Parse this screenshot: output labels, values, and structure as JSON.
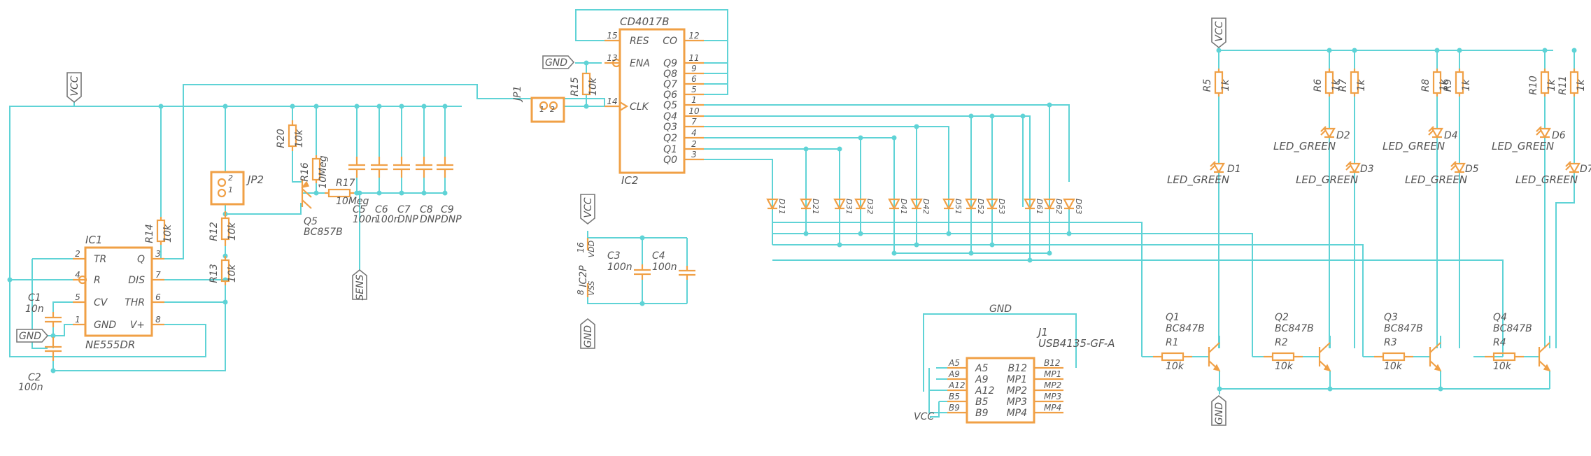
{
  "ic1": {
    "name": "IC1",
    "value": "NE555DR",
    "pins_left": [
      {
        "num": "2",
        "label": "TR"
      },
      {
        "num": "4",
        "label": "R"
      },
      {
        "num": "5",
        "label": "CV"
      },
      {
        "num": "1",
        "label": "GND"
      }
    ],
    "pins_right": [
      {
        "num": "3",
        "label": "Q"
      },
      {
        "num": "7",
        "label": "DIS"
      },
      {
        "num": "6",
        "label": "THR"
      },
      {
        "num": "8",
        "label": "V+"
      }
    ]
  },
  "ic2": {
    "name": "IC2",
    "value": "CD4017B",
    "pins_left": [
      {
        "num": "15",
        "label": "RES"
      },
      {
        "num": "13",
        "label": "ENA"
      },
      {
        "num": "14",
        "label": "CLK"
      }
    ],
    "pins_right": [
      {
        "num": "12",
        "label": "CO"
      },
      {
        "num": "11",
        "label": "Q9"
      },
      {
        "num": "9",
        "label": "Q8"
      },
      {
        "num": "6",
        "label": "Q7"
      },
      {
        "num": "5",
        "label": "Q6"
      },
      {
        "num": "1",
        "label": "Q5"
      },
      {
        "num": "10",
        "label": "Q4"
      },
      {
        "num": "7",
        "label": "Q3"
      },
      {
        "num": "4",
        "label": "Q2"
      },
      {
        "num": "2",
        "label": "Q1"
      },
      {
        "num": "3",
        "label": "Q0"
      }
    ]
  },
  "ic2p": {
    "name": "IC2P",
    "pin_vdd_num": "16",
    "pin_vdd": "VDD",
    "pin_vss_num": "8",
    "pin_vss": "VSS"
  },
  "j1": {
    "name": "J1",
    "value": "USB4135-GF-A",
    "pins_left": [
      "A5",
      "A9",
      "A12",
      "B5",
      "B9"
    ],
    "pins_right": [
      "B12",
      "MP1",
      "MP2",
      "MP3",
      "MP4"
    ]
  },
  "power": {
    "vcc": "VCC",
    "gnd": "GND",
    "sens": "SENS"
  },
  "jp1": {
    "name": "JP1",
    "pins": [
      "1",
      "2"
    ]
  },
  "jp2": {
    "name": "JP2",
    "pins": [
      "2",
      "1"
    ]
  },
  "resistors": [
    {
      "name": "R14",
      "value": "10k"
    },
    {
      "name": "R12",
      "value": "10k"
    },
    {
      "name": "R13",
      "value": "10k"
    },
    {
      "name": "R20",
      "value": "10k"
    },
    {
      "name": "R16",
      "value": "10Meg"
    },
    {
      "name": "R17",
      "value": "10Meg"
    },
    {
      "name": "R15",
      "value": "10k"
    },
    {
      "name": "R5",
      "value": "1k"
    },
    {
      "name": "R6",
      "value": "1k"
    },
    {
      "name": "R7",
      "value": "1k"
    },
    {
      "name": "R8",
      "value": "1k"
    },
    {
      "name": "R9",
      "value": "1k"
    },
    {
      "name": "R10",
      "value": "1k"
    },
    {
      "name": "R11",
      "value": "1k"
    },
    {
      "name": "R1",
      "value": "10k"
    },
    {
      "name": "R2",
      "value": "10k"
    },
    {
      "name": "R3",
      "value": "10k"
    },
    {
      "name": "R4",
      "value": "10k"
    }
  ],
  "capacitors": [
    {
      "name": "C1",
      "value": "10n"
    },
    {
      "name": "C2",
      "value": "100n"
    },
    {
      "name": "C5",
      "value": "100n"
    },
    {
      "name": "C6",
      "value": "100n"
    },
    {
      "name": "C7",
      "value": "DNP"
    },
    {
      "name": "C8",
      "value": "DNP"
    },
    {
      "name": "C9",
      "value": "DNP"
    },
    {
      "name": "C3",
      "value": "100n"
    },
    {
      "name": "C4",
      "value": "100n"
    }
  ],
  "transistors": [
    {
      "name": "Q5",
      "value": "BC857B"
    },
    {
      "name": "Q1",
      "value": "BC847B"
    },
    {
      "name": "Q2",
      "value": "BC847B"
    },
    {
      "name": "Q3",
      "value": "BC847B"
    },
    {
      "name": "Q4",
      "value": "BC847B"
    }
  ],
  "leds": [
    {
      "name": "D1",
      "value": "LED_GREEN"
    },
    {
      "name": "D2",
      "value": "LED_GREEN"
    },
    {
      "name": "D3",
      "value": "LED_GREEN"
    },
    {
      "name": "D4",
      "value": "LED_GREEN"
    },
    {
      "name": "D5",
      "value": "LED_GREEN"
    },
    {
      "name": "D6",
      "value": "LED_GREEN"
    },
    {
      "name": "D7",
      "value": "LED_GREEN"
    }
  ],
  "diodes": [
    "D11",
    "D21",
    "D31",
    "D32",
    "D41",
    "D42",
    "D51",
    "D52",
    "D53",
    "D61",
    "D62",
    "D63"
  ]
}
